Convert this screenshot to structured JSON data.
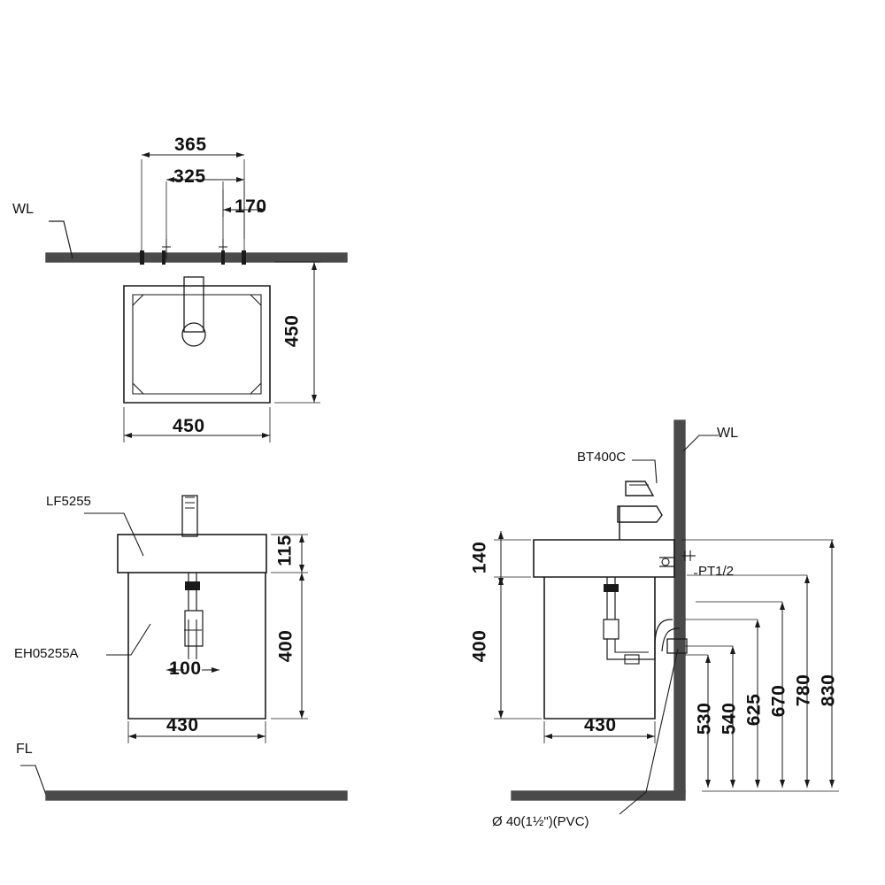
{
  "drawing": {
    "title": "Wash basin installation dimension drawing",
    "line_color": "#1a1a1a",
    "wall_fill": "#4a4a4a"
  },
  "views": {
    "top": {
      "name": "top-view",
      "dims": {
        "d365": "365",
        "d325": "325",
        "d170": "170",
        "d450_v": "450",
        "d450_h": "450"
      },
      "labels": {
        "wl": "WL"
      }
    },
    "front": {
      "name": "front-view",
      "dims": {
        "d115": "115",
        "d400": "400",
        "d100": "100",
        "d430": "430"
      },
      "labels": {
        "lf5255": "LF5255",
        "eh05255a": "EH05255A",
        "fl": "FL"
      }
    },
    "side": {
      "name": "side-view",
      "dims": {
        "d140": "140",
        "d400": "400",
        "d430": "430",
        "d530": "530",
        "d540": "540",
        "d625": "625",
        "d670": "670",
        "d780": "780",
        "d830": "830"
      },
      "labels": {
        "wl": "WL",
        "bt400c": "BT400C",
        "pt12": "PT1/2",
        "drain": "Ø 40(1½\")(PVC)"
      }
    }
  }
}
